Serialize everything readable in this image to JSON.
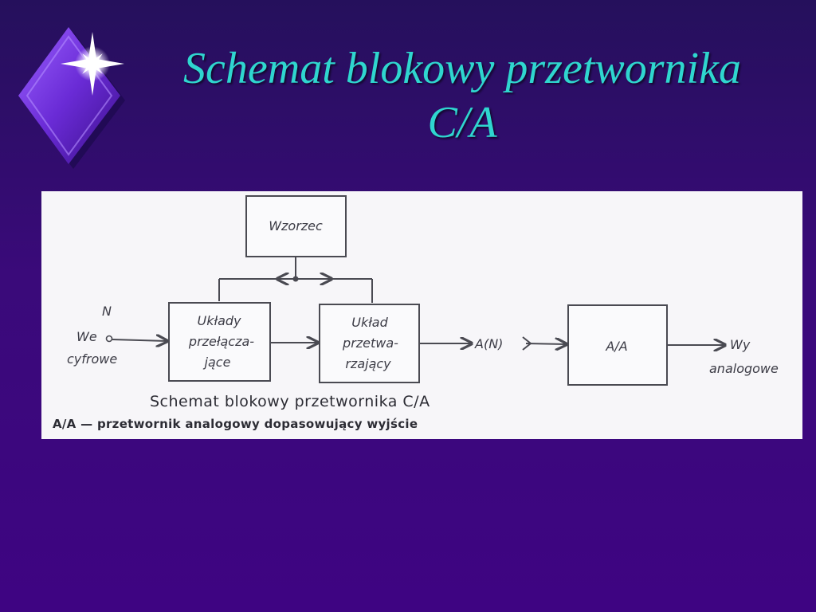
{
  "slide": {
    "title_line1": "Schemat blokowy przetwornika",
    "title_line2": "C/A"
  },
  "diagram": {
    "blocks": {
      "wzorzec": "Wzorzec",
      "uklady_l1": "Układy",
      "uklady_l2": "przełącza-",
      "uklady_l3": "jące",
      "uklad_l1": "Układ",
      "uklad_l2": "przetwa-",
      "uklad_l3": "rzający",
      "aa": "A/A"
    },
    "labels": {
      "n": "N",
      "we": "We",
      "cyfrowe": "cyfrowe",
      "an": "A(N)",
      "wy": "Wy",
      "analogowe": "analogowe"
    },
    "caption": "Schemat blokowy przetwornika C/A",
    "legend": "A/A — przetwornik analogowy dopasowujący wyjście"
  },
  "colors": {
    "background": "#3a0a7a",
    "title": "#2fd6cf",
    "scan_paper": "#f7f6f9"
  },
  "icons": [
    "diamond-star-logo"
  ]
}
